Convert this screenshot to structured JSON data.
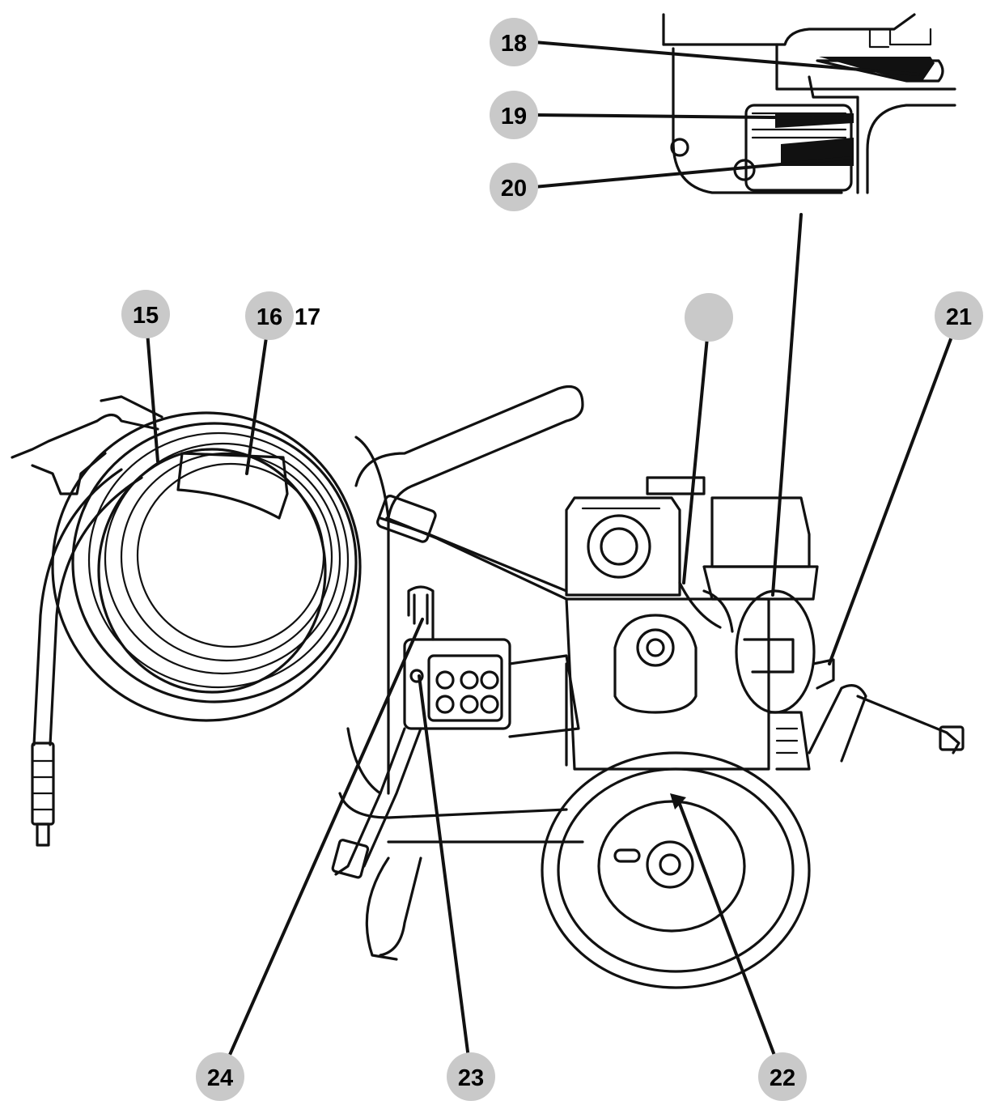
{
  "diagram": {
    "callouts": [
      {
        "id": "c15",
        "text": "15"
      },
      {
        "id": "c16",
        "text": "16"
      },
      {
        "id": "c17",
        "text": "17"
      },
      {
        "id": "c18",
        "text": "18"
      },
      {
        "id": "c19",
        "text": "19"
      },
      {
        "id": "c20",
        "text": "20"
      },
      {
        "id": "c21",
        "text": "21"
      },
      {
        "id": "c22",
        "text": "22"
      },
      {
        "id": "c23",
        "text": "23"
      },
      {
        "id": "c24",
        "text": "24"
      },
      {
        "id": "blank",
        "text": ""
      }
    ],
    "colors": {
      "badge_fill": "#c9c9c9",
      "line": "#111111",
      "background": "#ffffff"
    }
  }
}
